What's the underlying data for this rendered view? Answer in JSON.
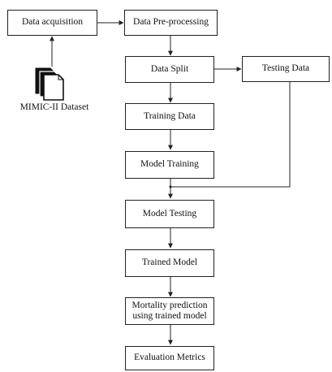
{
  "nodes": {
    "data_acquisition": "Data acquisition",
    "data_preprocessing": "Data Pre-processing",
    "data_split": "Data Split",
    "testing_data": "Testing Data",
    "training_data": "Training Data",
    "model_training": "Model Training",
    "model_testing": "Model Testing",
    "trained_model": "Trained Model",
    "mortality_prediction": "Mortality prediction using trained model",
    "evaluation_metrics": "Evaluation Metrics"
  },
  "dataset": {
    "label": "MIMIC-II Dataset",
    "icon": "document-stack-icon"
  },
  "colors": {
    "line": "#222222",
    "box_fill": "#ffffff",
    "doc_fill": "#111111"
  }
}
